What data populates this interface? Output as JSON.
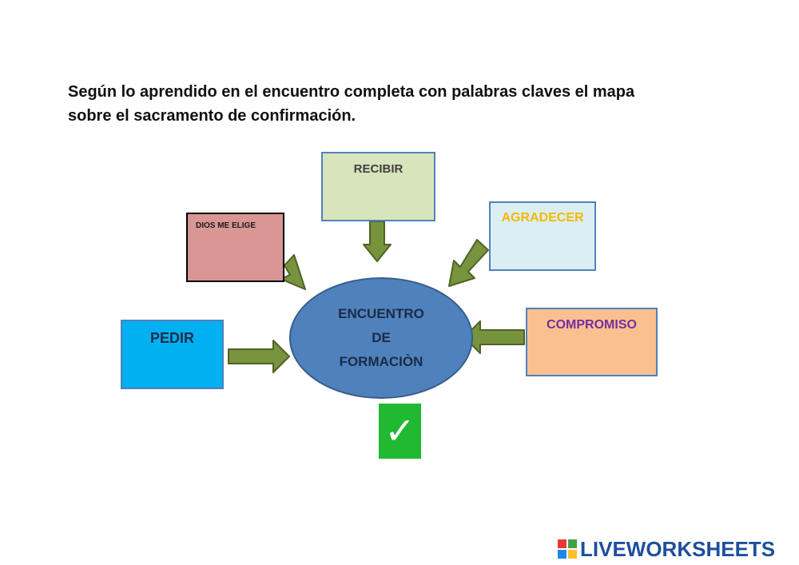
{
  "instructions": {
    "line1": "Según lo aprendido en el encuentro completa con palabras claves el mapa",
    "line2": "sobre el sacramento de confirmación."
  },
  "boxes": {
    "recibir": "RECIBIR",
    "dios_me_elige": "DIOS ME ELIGE",
    "agradecer": "AGRADECER",
    "pedir": "PEDIR",
    "compromiso": "COMPROMISO"
  },
  "center": {
    "line1": "ENCUENTRO",
    "line2": "DE",
    "line3": "FORMACIÒN"
  },
  "check": {
    "glyph": "✓",
    "color": "#21b832"
  },
  "logo": {
    "text": "LIVEWORKSHEETS",
    "color": "#1f4e9d"
  },
  "colors": {
    "arrow_fill": "#77933c",
    "arrow_stroke": "#4f6228"
  }
}
